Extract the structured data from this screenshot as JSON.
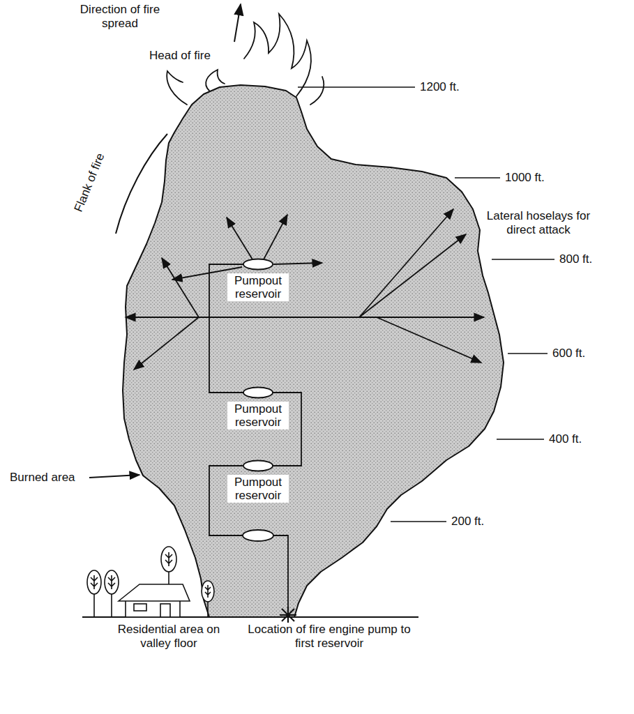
{
  "diagram": {
    "nodes": [
      {
        "text": [
          "Pumpout reservoir"
        ]
      },
      {
        "text": [
          "Pumpout reservoir"
        ]
      },
      {
        "text": [
          "Pumpout reservoir"
        ]
      }
    ],
    "edges": [
      {
        "from": 1,
        "to": 0,
        "arrow": "none"
      },
      {
        "from": 2,
        "to": 1,
        "arrow": "none"
      }
    ],
    "labels": [
      "Direction of fire spread",
      "Head of fire",
      "Flank of fire",
      "1200 ft.",
      "1000 ft.",
      "800 ft.",
      "600 ft.",
      "400 ft.",
      "200 ft.",
      "Lateral hoselays for direct attack",
      "Burned area",
      "Residential area on valley floor",
      "Location of fire engine pump to first reservoir"
    ]
  }
}
